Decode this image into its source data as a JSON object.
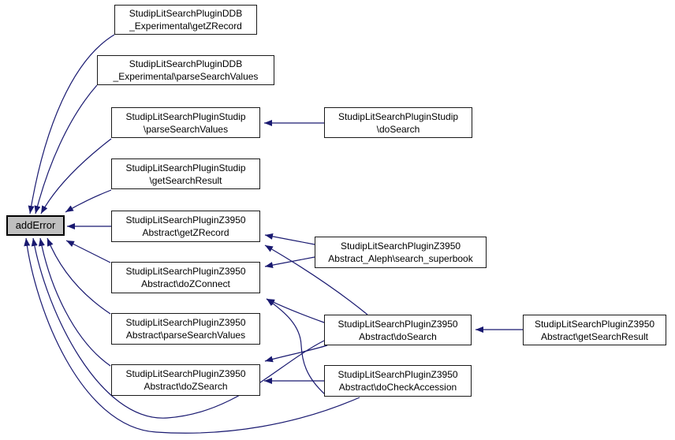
{
  "diagram": {
    "title": "addError caller graph",
    "type": "call-graph"
  },
  "colors": {
    "background": "#ffffff",
    "edge": "#191970",
    "node_fill": "#ffffff",
    "node_border": "#1a1a1a",
    "highlight_fill": "#bfbfbf"
  },
  "nodes": {
    "adderror": {
      "label": "addError"
    },
    "ddb_getzrecord": {
      "line1": "StudipLitSearchPluginDDB",
      "line2": "_Experimental\\getZRecord"
    },
    "ddb_parsesearchvalues": {
      "line1": "StudipLitSearchPluginDDB",
      "line2": "_Experimental\\parseSearchValues"
    },
    "studip_parsesearchvalues": {
      "line1": "StudipLitSearchPluginStudip",
      "line2": "\\parseSearchValues"
    },
    "studip_dosearch": {
      "line1": "StudipLitSearchPluginStudip",
      "line2": "\\doSearch"
    },
    "studip_getsearchresult": {
      "line1": "StudipLitSearchPluginStudip",
      "line2": "\\getSearchResult"
    },
    "z3950_getzrecord": {
      "line1": "StudipLitSearchPluginZ3950",
      "line2": "Abstract\\getZRecord"
    },
    "aleph_search_superbook": {
      "line1": "StudipLitSearchPluginZ3950",
      "line2": "Abstract_Aleph\\search_superbook"
    },
    "z3950_dozconnect": {
      "line1": "StudipLitSearchPluginZ3950",
      "line2": "Abstract\\doZConnect"
    },
    "z3950_parsesearchvalues": {
      "line1": "StudipLitSearchPluginZ3950",
      "line2": "Abstract\\parseSearchValues"
    },
    "z3950_dosearch": {
      "line1": "StudipLitSearchPluginZ3950",
      "line2": "Abstract\\doSearch"
    },
    "z3950_getsearchresult": {
      "line1": "StudipLitSearchPluginZ3950",
      "line2": "Abstract\\getSearchResult"
    },
    "z3950_dozsearch": {
      "line1": "StudipLitSearchPluginZ3950",
      "line2": "Abstract\\doZSearch"
    },
    "z3950_docheckaccession": {
      "line1": "StudipLitSearchPluginZ3950",
      "line2": "Abstract\\doCheckAccession"
    }
  }
}
